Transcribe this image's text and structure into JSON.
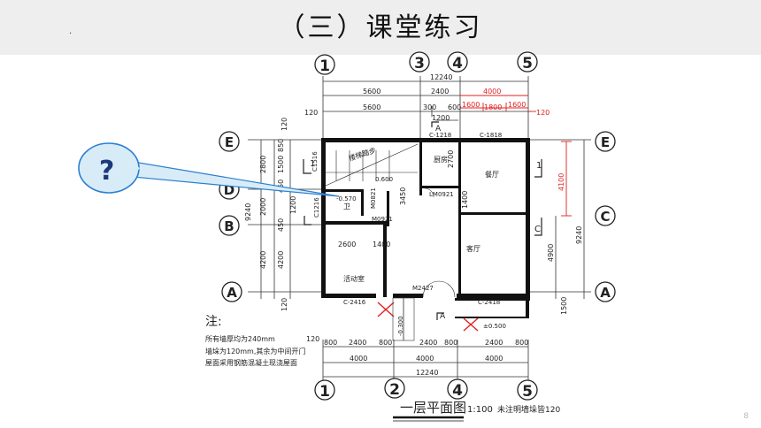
{
  "header": {
    "title": "（三）课堂练习",
    "dot": "."
  },
  "page_number": "8",
  "callout": {
    "text": "?"
  },
  "grid": {
    "top": [
      "1",
      "3",
      "4",
      "5"
    ],
    "bottom": [
      "1",
      "2",
      "4",
      "5"
    ],
    "left": [
      "E",
      "D",
      "B",
      "A"
    ],
    "right": [
      "E",
      "C",
      "A"
    ]
  },
  "dims": {
    "total_top": "12240",
    "top_row1": [
      "5600",
      "2400",
      "4000"
    ],
    "top_row2": [
      "5600",
      "300",
      "600",
      "1600",
      "1800",
      "1600"
    ],
    "top_120_left": "120",
    "top_120_right": "120",
    "dim_1200": "1200",
    "left_outer": "9240",
    "left_mid": [
      "2800",
      "2000",
      "4200"
    ],
    "left_inner": [
      "850",
      "1500",
      "450",
      "1200",
      "450",
      "4200"
    ],
    "left_120_top": "120",
    "left_120_bottom": "120",
    "right_outer": "9240",
    "right_inner": [
      "4900",
      "1500"
    ],
    "right_red": "4100",
    "bottom_row1": [
      "800",
      "2400",
      "800",
      "2400",
      "800",
      "2400",
      "800"
    ],
    "bottom_120": "120",
    "bottom_row2": [
      "4000",
      "4000",
      "4000"
    ],
    "bottom_total": "12240"
  },
  "rooms": {
    "stair": "楼梯踏步",
    "kitchen": "厨房",
    "dining": "餐厅",
    "living": "客厅",
    "activity": "活动室",
    "wc": "卫",
    "dim_2600": "2600",
    "dim_1400": "1400",
    "dim_2700": "2700",
    "dim_1400b": "1400",
    "dim_3450": "3450"
  },
  "labels": {
    "c1218": "C-1218",
    "c1818": "C-1818",
    "c1216": "C1216",
    "c1516": "C1516",
    "c2416": "C-2416",
    "c2418": "C-2418",
    "m2427": "M2427",
    "m0921": "M0921",
    "m0821": "M0821",
    "lm0921": "LM0921",
    "elev_0600": "0.600",
    "elev_0570": "-0.570",
    "elev_0300": "-0.300",
    "elev_0500": "±0.500",
    "sec_top": "A",
    "sec_bottom": "A",
    "num_1": "1",
    "letter_c": "C"
  },
  "notes": {
    "head": "注:",
    "line1": "所有墙厚均为240mm",
    "line2": "墙垛为120mm,其余为中间开门",
    "line3": "屋面采用钢筋混凝土现浇屋面"
  },
  "drawing_title": {
    "name": "一层平面图",
    "scale": "1:100",
    "extra": "未注明墙垛皆120"
  },
  "colors": {
    "accent_blue": "#2a7fd0",
    "callout_text": "#1a3a7a",
    "red": "#e02020"
  }
}
